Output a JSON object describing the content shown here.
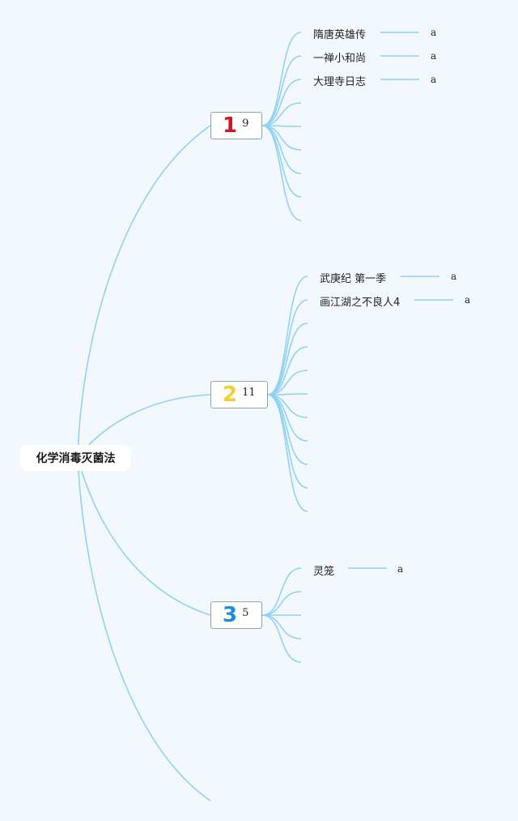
{
  "root": {
    "label": "化学消毒灭菌法"
  },
  "colors": {
    "link": "#8fd3f2",
    "rank1": "#d0172b",
    "rank2": "#f2cf2c",
    "rank3": "#1a8fd8",
    "border": "#8aa8a0"
  },
  "branches": [
    {
      "rank": "1",
      "count": "9",
      "leaves": [
        {
          "label": "隋唐英雄传",
          "value": "a"
        },
        {
          "label": "一禅小和尚",
          "value": "a"
        },
        {
          "label": "大理寺日志",
          "value": "a"
        }
      ],
      "empty_leaves": 6
    },
    {
      "rank": "2",
      "count": "11",
      "leaves": [
        {
          "label": "武庚纪 第一季",
          "value": "a"
        },
        {
          "label": "画江湖之不良人4",
          "value": "a"
        }
      ],
      "empty_leaves": 9
    },
    {
      "rank": "3",
      "count": "5",
      "leaves": [
        {
          "label": "灵笼",
          "value": "a"
        }
      ],
      "empty_leaves": 4
    }
  ]
}
